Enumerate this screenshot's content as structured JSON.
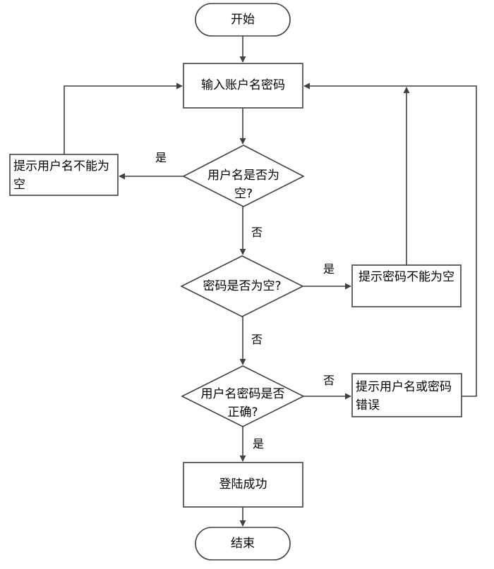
{
  "nodes": {
    "start": "开始",
    "input": "输入账户名密码",
    "user_empty": "用户名是否为空?",
    "msg_user_empty": "提示用户名不能为空",
    "pwd_empty": "密码是否为空?",
    "msg_pwd_empty": "提示密码不能为空",
    "correct": "用户名密码是否正确?",
    "msg_wrong": "提示用户名或密码错误",
    "success": "登陆成功",
    "end": "结束"
  },
  "edges": {
    "user_empty_yes": "是",
    "user_empty_no": "否",
    "pwd_empty_yes": "是",
    "pwd_empty_no": "否",
    "correct_no": "否",
    "correct_yes": "是"
  },
  "colors": {
    "stroke": "#404040",
    "text": "#000000",
    "background": "#ffffff"
  }
}
